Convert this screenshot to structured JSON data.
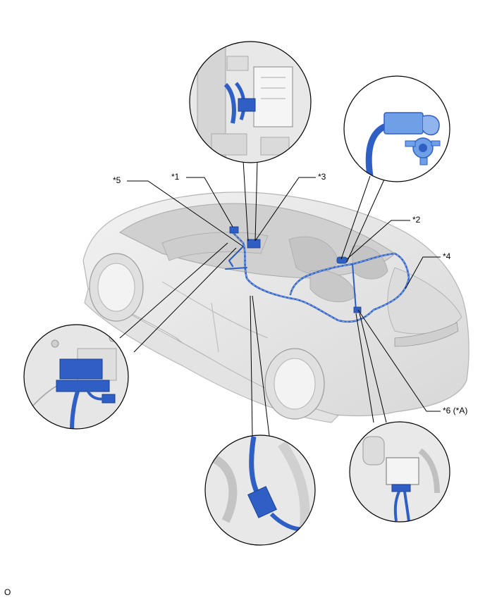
{
  "figure": {
    "callouts": {
      "c1": "*1",
      "c2": "*2",
      "c3": "*3",
      "c4": "*4",
      "c5": "*5",
      "c6": "*6 (*A)"
    },
    "footer_code": "O"
  },
  "colors": {
    "harness_blue": "#2f5fc4",
    "harness_light_blue": "#6f9fe6",
    "body_gray": "#e6e6e6",
    "outline_gray": "#9a9a9a",
    "leader_black": "#000000"
  }
}
